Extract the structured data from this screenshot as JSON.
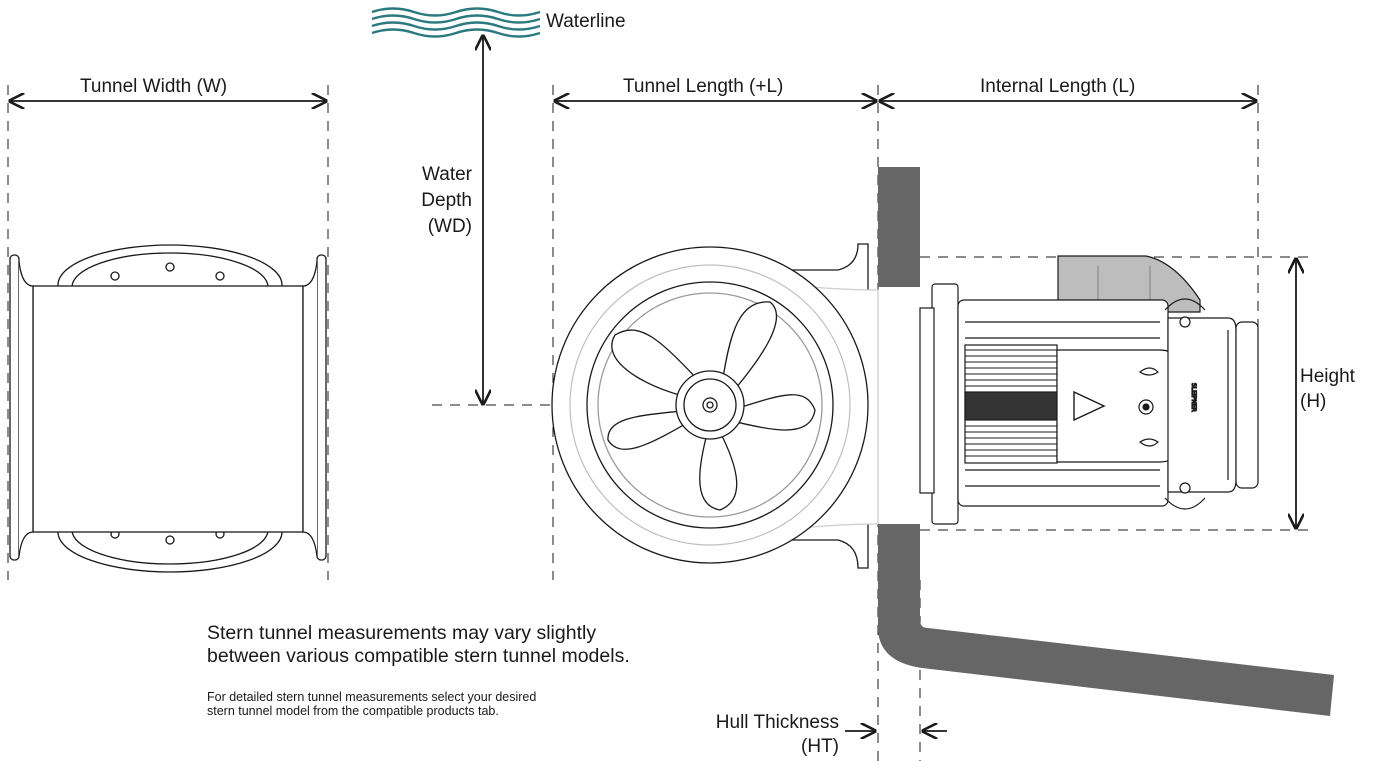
{
  "labels": {
    "waterline": "Waterline",
    "tunnel_width": "Tunnel Width (W)",
    "tunnel_length": "Tunnel Length (+L)",
    "internal_length": "Internal Length (L)",
    "water_depth": [
      "Water",
      "Depth",
      "(WD)"
    ],
    "height": [
      "Height",
      "(H)"
    ],
    "hull_thickness": [
      "Hull Thickness",
      "(HT)"
    ]
  },
  "notes": {
    "variation": "Stern tunnel measurements may vary slightly between various compatible stern tunnel models.",
    "details": "For detailed stern tunnel measurements select your desired stern tunnel model from the compatible products tab."
  },
  "colors": {
    "line": "#1a1a1a",
    "hull": "#666666",
    "water": "#2b7a80",
    "housing": "#bdbdbd"
  },
  "icons": {
    "waterline": "wave-icon",
    "motor_badge": "play-triangle-icon"
  }
}
